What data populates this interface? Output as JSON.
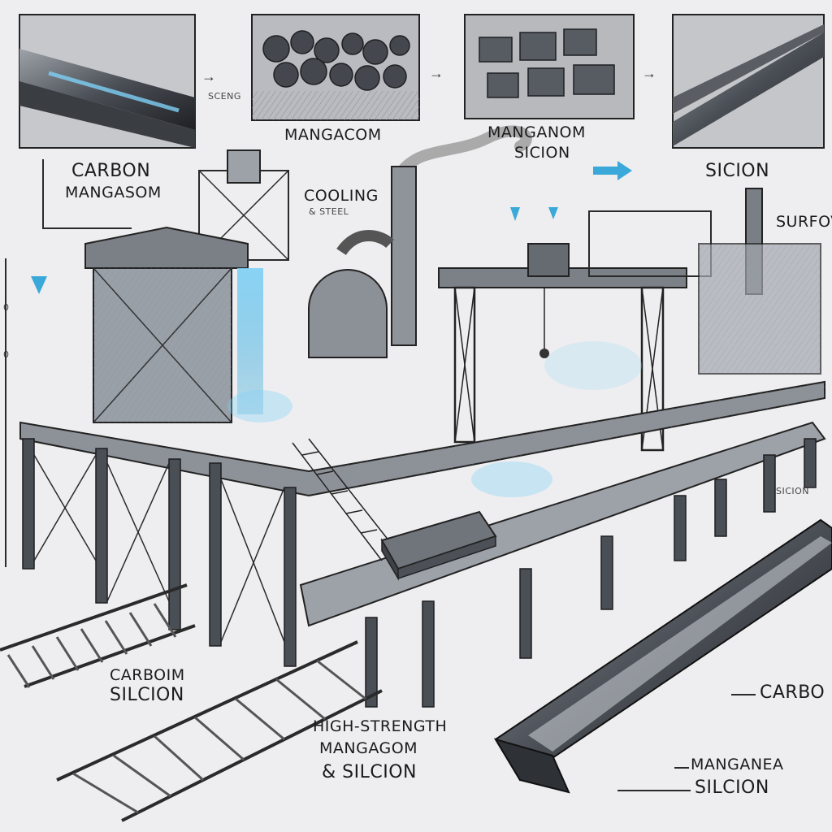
{
  "top_row": {
    "gap_label": "SCENG",
    "panel2_label": "MANGACOM",
    "panel3_label_line1": "MANGANOM",
    "panel3_label_line2": "SICION",
    "panel4_label": "SICION"
  },
  "left_labels": {
    "carbon": "CARBON",
    "mangasom": "MANGASOM",
    "cooling": "COOLING",
    "cooling_sub": "& STEEL",
    "axis_mark_1": "0",
    "axis_mark_2": "0"
  },
  "right_labels": {
    "surface": "SURFOV",
    "sicion_small": "SICION"
  },
  "bottom_labels": {
    "carbon_silicon_line1": "CARBOIM",
    "carbon_silicon_line2": "SILCION",
    "high_strength_line1": "HIGH-STRENGTH",
    "high_strength_line2": "MANGAGOM",
    "high_strength_line3": "& SILCION",
    "carbo": "CARBO",
    "manganea": "MANGANEA",
    "silcion": "SILCION"
  },
  "colors": {
    "accent_blue": "#3aa8d8",
    "steel_dark": "#2d2f33",
    "steel_mid": "#6b6f76",
    "paper": "#eeeef0"
  }
}
